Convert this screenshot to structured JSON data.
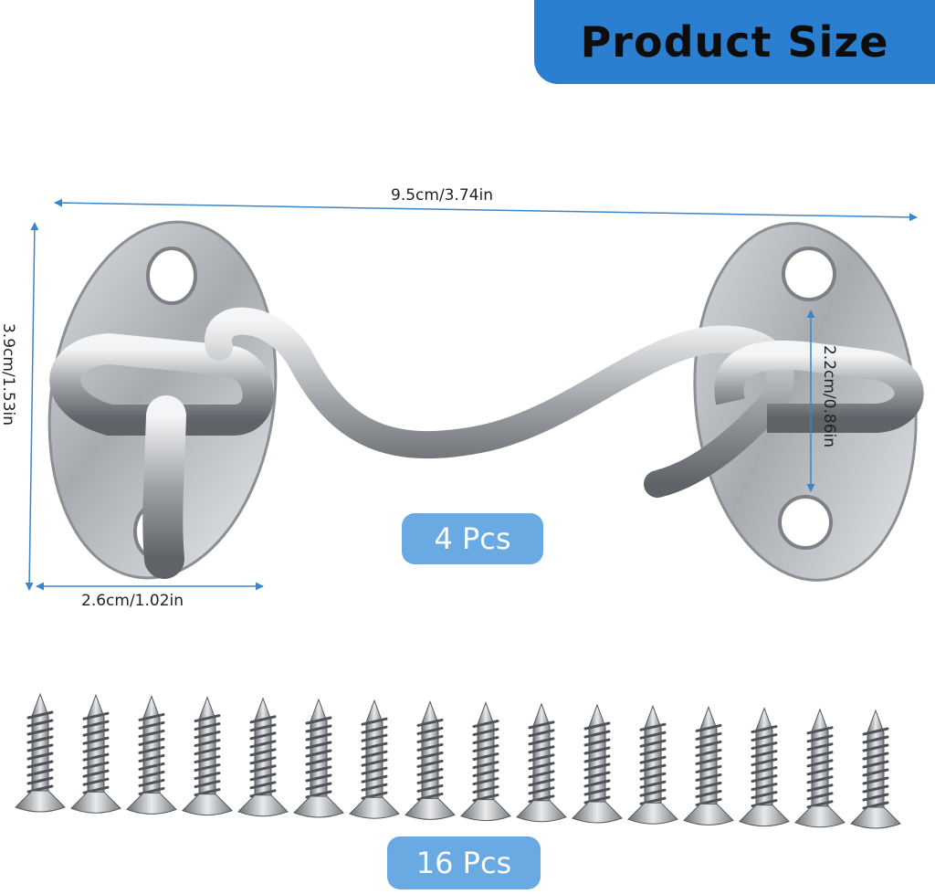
{
  "banner": {
    "title": "Product Size"
  },
  "dimensions": {
    "length": "9.5cm/3.74in",
    "height": "3.9cm/1.53in",
    "width": "2.6cm/1.02in",
    "eye_height": "2.2cm/0.86in"
  },
  "quantities": {
    "hooks": "4 Pcs",
    "screws": "16 Pcs"
  },
  "colors": {
    "banner": "#2a7fd0",
    "pill": "#6aaae3",
    "dimension_line": "#3a86c8",
    "metal": "#b8bcc0"
  },
  "screw_count": 16
}
